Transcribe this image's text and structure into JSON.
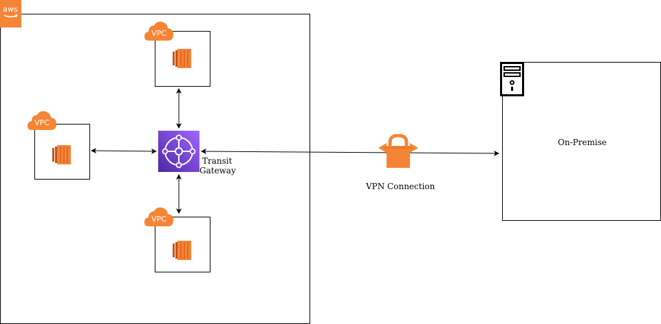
{
  "aws_badge": {
    "label": "aws",
    "color": "#F58536"
  },
  "vpcs": [
    {
      "badge": "VPC",
      "icon": "ec2-instance-icon"
    },
    {
      "badge": "VPC",
      "icon": "ec2-instance-icon"
    },
    {
      "badge": "VPC",
      "icon": "ec2-instance-icon"
    }
  ],
  "transit_gateway": {
    "label_line1": "Transit",
    "label_line2": "Gateway",
    "color": "#693CC5"
  },
  "vpn": {
    "label": "VPN Connection",
    "icon": "vpn-lock-icon",
    "color": "#F58536"
  },
  "on_premise": {
    "label": "On-Premise",
    "icon": "server-icon"
  },
  "colors": {
    "orange": "#F58536",
    "ec2_dark": "#C8511B",
    "purple": "#6A3FC8",
    "line": "#000000"
  }
}
